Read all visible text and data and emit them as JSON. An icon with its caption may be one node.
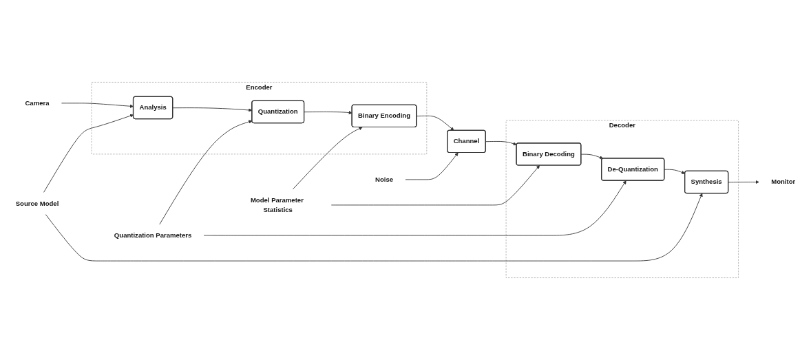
{
  "diagram": {
    "nodes": [
      {
        "text": [
          "Camera"
        ]
      },
      {
        "text": [
          "Encoder"
        ]
      },
      {
        "text": [
          "Analysis"
        ],
        "in": 1
      },
      {
        "text": [
          "Quantization"
        ],
        "in": 1
      },
      {
        "text": [
          "Binary Encoding"
        ],
        "in": 1
      },
      {
        "text": [
          "Source Model"
        ]
      },
      {
        "text": [
          "Quantization Parameters"
        ]
      },
      {
        "text": [
          "Model Parameter Statistics"
        ]
      },
      {
        "text": [
          "Channel"
        ]
      },
      {
        "text": [
          "Noise"
        ]
      },
      {
        "text": [
          "Monitor"
        ]
      },
      {
        "text": [
          "Decoder"
        ]
      },
      {
        "text": [
          "Synthesis"
        ],
        "in": 11
      },
      {
        "text": [
          "De-Quantization"
        ],
        "in": 11
      },
      {
        "text": [
          "Binary Decoding"
        ],
        "in": 11
      }
    ],
    "edges": [
      {
        "from": 0,
        "to": 2,
        "arrow": "to"
      },
      {
        "from": 2,
        "to": 3,
        "arrow": "to"
      },
      {
        "from": 3,
        "to": 4,
        "arrow": "to"
      },
      {
        "from": 4,
        "to": 8,
        "arrow": "to"
      },
      {
        "from": 9,
        "to": 8,
        "arrow": "to"
      },
      {
        "from": 8,
        "to": 14,
        "arrow": "to"
      },
      {
        "from": 14,
        "to": 13,
        "arrow": "to"
      },
      {
        "from": 13,
        "to": 12,
        "arrow": "to"
      },
      {
        "from": 12,
        "to": 10,
        "arrow": "to"
      },
      {
        "from": 5,
        "to": 2,
        "arrow": "to"
      },
      {
        "from": 5,
        "to": 12,
        "arrow": "to"
      },
      {
        "from": 6,
        "to": 3,
        "arrow": "to"
      },
      {
        "from": 6,
        "to": 13,
        "arrow": "to"
      },
      {
        "from": 7,
        "to": 4,
        "arrow": "to"
      },
      {
        "from": 7,
        "to": 14,
        "arrow": "to"
      }
    ]
  }
}
